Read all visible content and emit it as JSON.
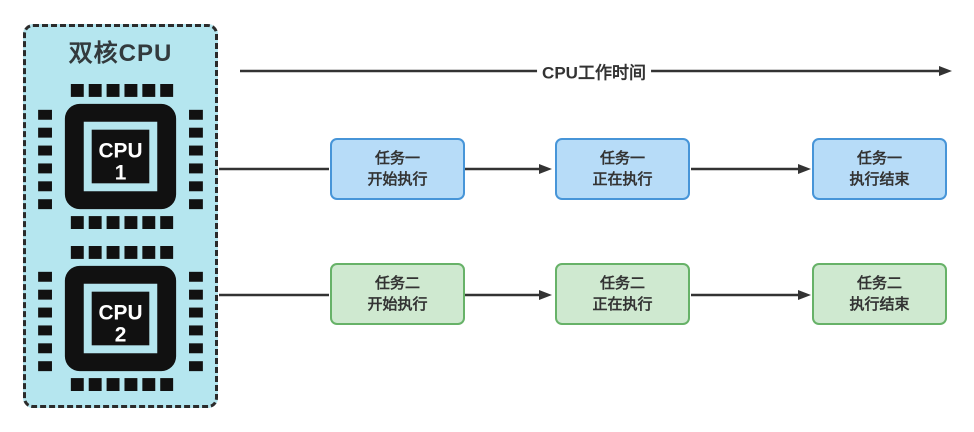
{
  "cpu_panel": {
    "title": "双核CPU",
    "cores": [
      {
        "name": "CPU",
        "number": "1"
      },
      {
        "name": "CPU",
        "number": "2"
      }
    ]
  },
  "timeline": {
    "label": "CPU工作时间"
  },
  "task_rows": [
    {
      "theme": "blue",
      "stages": [
        {
          "line1": "任务一",
          "line2": "开始执行"
        },
        {
          "line1": "任务一",
          "line2": "正在执行"
        },
        {
          "line1": "任务一",
          "line2": "执行结束"
        }
      ]
    },
    {
      "theme": "green",
      "stages": [
        {
          "line1": "任务二",
          "line2": "开始执行"
        },
        {
          "line1": "任务二",
          "line2": "正在执行"
        },
        {
          "line1": "任务二",
          "line2": "执行结束"
        }
      ]
    }
  ],
  "colors": {
    "panel_fill": "#b5e6ef",
    "panel_border": "#2b2b2b",
    "task1_fill": "#b7dcf8",
    "task1_border": "#4795d8",
    "task2_fill": "#cfe9d0",
    "task2_border": "#67b268",
    "arrow": "#333333",
    "text": "#333333"
  }
}
